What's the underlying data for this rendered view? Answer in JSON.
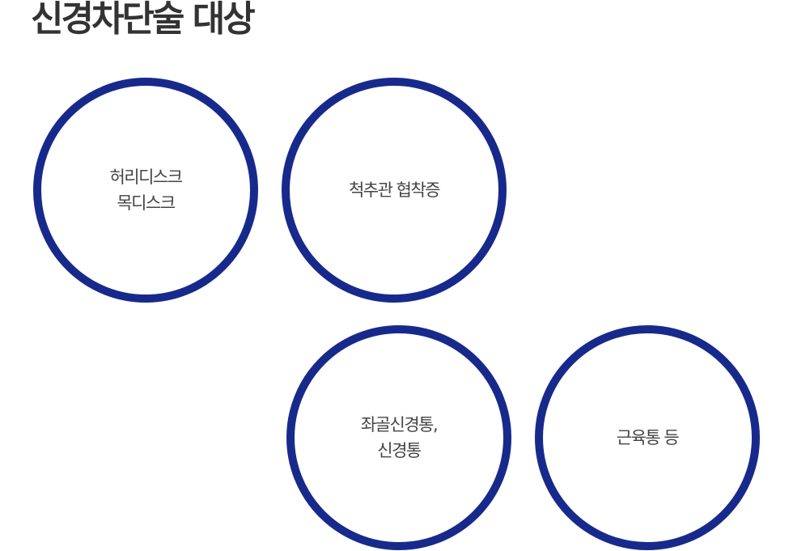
{
  "title": "신경차단술 대상",
  "circles": [
    {
      "lines": [
        "허리디스크",
        "목디스크"
      ]
    },
    {
      "lines": [
        "척추관 협착증"
      ]
    },
    {
      "lines": [
        "좌골신경통,",
        "신경통"
      ]
    },
    {
      "lines": [
        "근육통 등"
      ]
    }
  ],
  "colors": {
    "ring": "#172a8c",
    "title": "#333333",
    "text": "#444444",
    "background": "#ffffff"
  }
}
